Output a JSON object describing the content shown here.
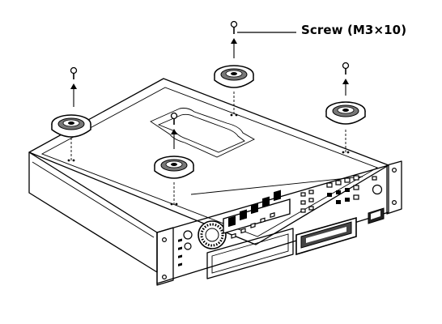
{
  "callout": {
    "label": "Screw (M3×10)"
  },
  "parts": {
    "screw_count": 4,
    "foot_count": 4
  },
  "colors": {
    "ink": "#000000",
    "paper": "#ffffff",
    "shade": "#555555"
  }
}
